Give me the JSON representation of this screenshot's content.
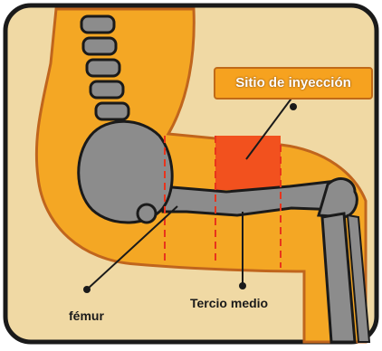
{
  "colors": {
    "background": "#f0d9a4",
    "leg_fill": "#f4a724",
    "leg_outline": "#c0651d",
    "bone_fill": "#8c8c8c",
    "bone_outline": "#1a1a1a",
    "injection_site": "#f2511e",
    "guide_lines": "#e8341c",
    "frame": "#1a1a1a"
  },
  "labels": {
    "injection_site": "Sitio de inyección",
    "femur": "fémur",
    "middle_third": "Tercio medio"
  }
}
